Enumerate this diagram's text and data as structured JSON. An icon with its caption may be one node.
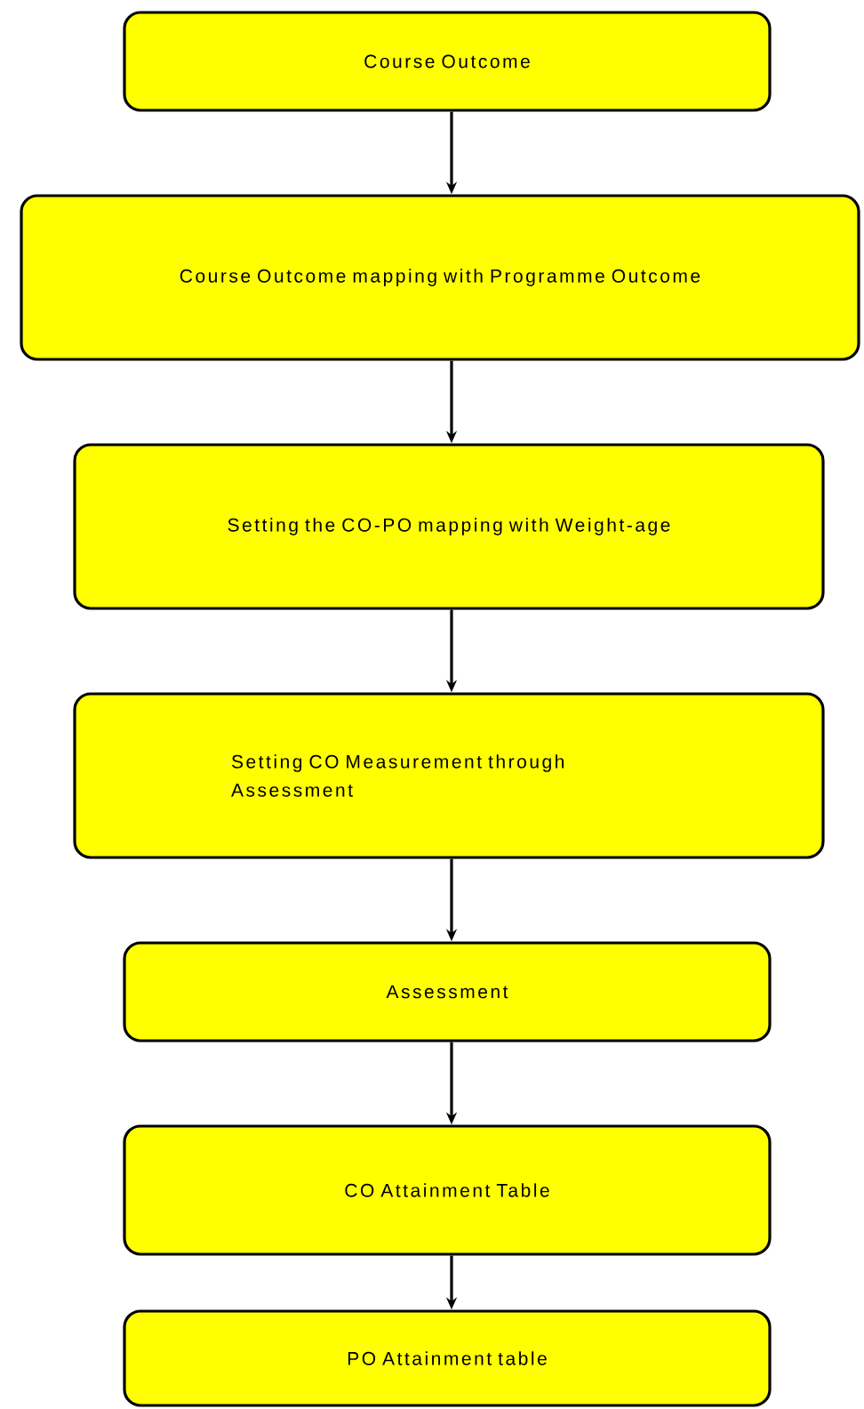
{
  "diagram": {
    "nodes": [
      {
        "text": [
          "Course Outcome"
        ]
      },
      {
        "text": [
          "Course Outcome mapping with Programme Outcome"
        ]
      },
      {
        "text": [
          "Setting the CO-PO mapping with Weight-age"
        ]
      },
      {
        "text": [
          "Setting CO Measurement through Assessment"
        ]
      },
      {
        "text": [
          "Assessment"
        ]
      },
      {
        "text": [
          "CO Attainment Table"
        ]
      },
      {
        "text": [
          "PO Attainment table"
        ]
      }
    ],
    "edges": [
      {
        "from": 0,
        "to": 1,
        "arrow": "to"
      },
      {
        "from": 1,
        "to": 2,
        "arrow": "to"
      },
      {
        "from": 2,
        "to": 3,
        "arrow": "to"
      },
      {
        "from": 3,
        "to": 4,
        "arrow": "to"
      },
      {
        "from": 4,
        "to": 5,
        "arrow": "to"
      },
      {
        "from": 5,
        "to": 6,
        "arrow": "to"
      }
    ]
  }
}
